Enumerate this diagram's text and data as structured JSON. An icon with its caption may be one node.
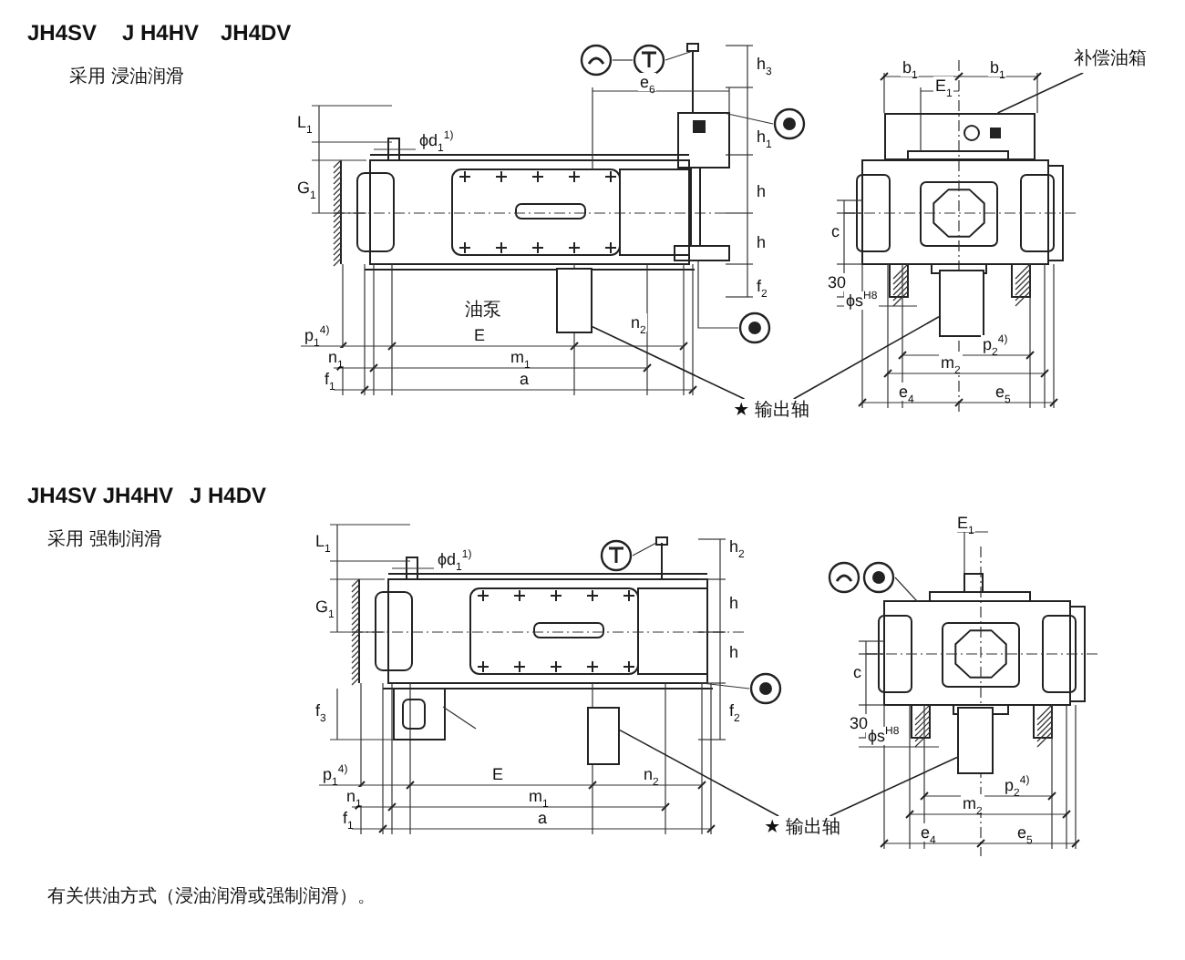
{
  "diagram": {
    "nodes": [
      {
        "text": [
          "★ 输出轴"
        ]
      },
      {
        "text": [],
        "shape": "box"
      },
      {
        "text": [],
        "shape": "box"
      },
      {
        "text": [
          "补偿油箱"
        ]
      },
      {
        "text": [],
        "shape": "box"
      },
      {
        "text": [
          "★ 输出轴"
        ]
      },
      {
        "text": [],
        "shape": "box"
      },
      {
        "text": [],
        "shape": "box"
      }
    ],
    "edges": [
      {
        "from": 0,
        "to": 1,
        "arrow": "none"
      },
      {
        "from": 0,
        "to": 2,
        "arrow": "none"
      },
      {
        "from": 3,
        "to": 4,
        "arrow": "none"
      },
      {
        "from": 5,
        "to": 6,
        "arrow": "none"
      },
      {
        "from": 5,
        "to": 7,
        "arrow": "none"
      }
    ],
    "labels": [
      "JH4SV",
      "J H4HV",
      "JH4DV",
      "采用 浸油润滑",
      "e$_{6}$",
      "h$_{3}$",
      "b$_{1}$",
      "b$_{1}$",
      "E$_{1}$",
      "L$_{1}$",
      "ϕd$_{1}$$^{1)}$",
      "h$_{1}$",
      "G$_{1}$",
      "h",
      "c",
      "h",
      "f$_{2}$",
      "30",
      "ϕs$^{H8}$",
      "油泵",
      "p$_{1}$$^{4)}$",
      "E",
      "n$_{2}$",
      "p$_{2}$$^{4)}$",
      "n$_{1}$",
      "m$_{1}$",
      "m$_{2}$",
      "f$_{1}$",
      "a",
      "e$_{4}$",
      "e$_{5}$",
      "JH4SV JH4HV",
      "J H4DV",
      "采用 强制润滑",
      "E$_{1}$",
      "L$_{1}$",
      "h$_{2}$",
      "ϕd$_{1}$$^{1)}$",
      "G$_{1}$",
      "h",
      "h",
      "c",
      "f$_{3}$",
      "30",
      "f$_{2}$",
      "ϕs$^{H8}$",
      "p$_{1}$$^{4)}$",
      "E",
      "n$_{2}$",
      "p$_{2}$$^{4)}$",
      "n$_{1}$",
      "m$_{1}$",
      "m$_{2}$",
      "f$_{1}$",
      "a",
      "e$_{4}$",
      "e$_{5}$",
      "有关供油方式（浸油润滑或强制润滑）。"
    ]
  }
}
